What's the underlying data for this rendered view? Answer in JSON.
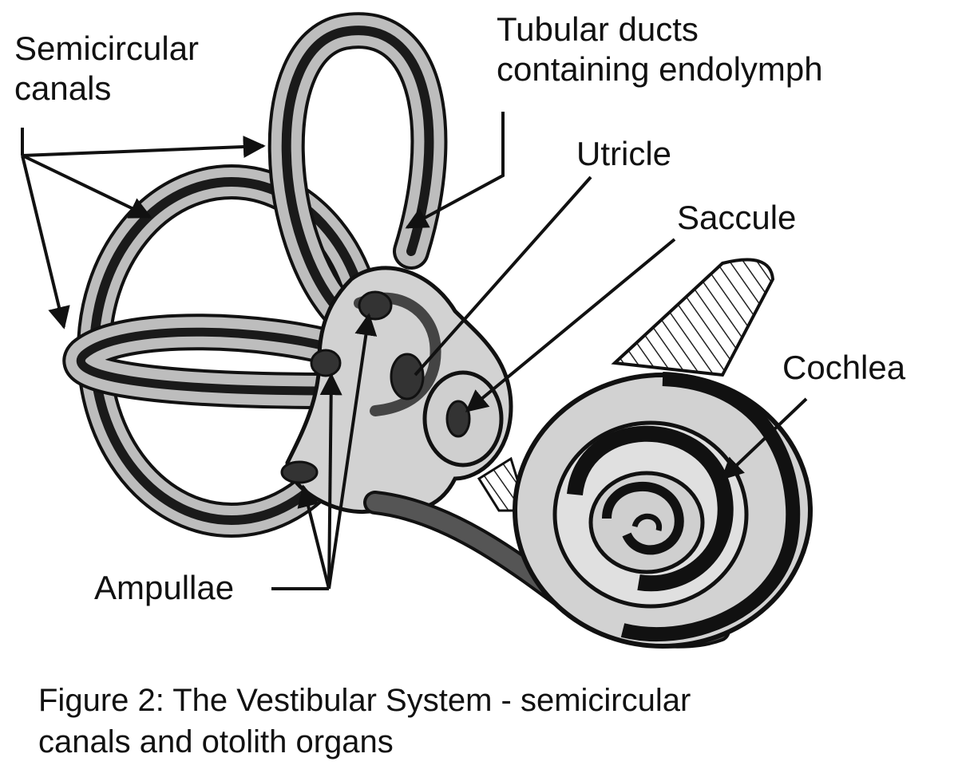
{
  "labels": {
    "semicircular_canals_line1": "Semicircular",
    "semicircular_canals_line2": "canals",
    "tubular_ducts_line1": "Tubular ducts",
    "tubular_ducts_line2": "containing endolymph",
    "utricle": "Utricle",
    "saccule": "Saccule",
    "cochlea": "Cochlea",
    "ampullae": "Ampullae"
  },
  "caption": {
    "line1": "Figure 2: The Vestibular System - semicircular",
    "line2": "canals and otolith organs"
  }
}
